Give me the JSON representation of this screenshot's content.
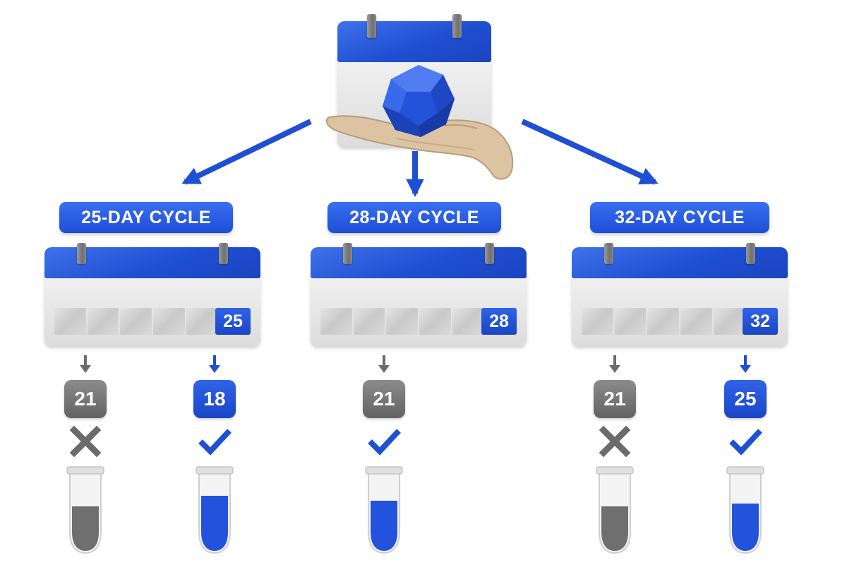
{
  "colors": {
    "accent": "#1f4fd2",
    "neutral": "#6b6b6b",
    "skin": "#dcc3a2",
    "white": "#ffffff"
  },
  "icons": {
    "top": [
      "calendar-icon",
      "gem-icon",
      "hand-icon"
    ],
    "fail": "cross-icon",
    "pass": "check-icon",
    "sample": "test-tube-icon"
  },
  "cycles": [
    {
      "label": "25-DAY CYCLE",
      "length": "25",
      "outcomes": [
        {
          "day": "21",
          "result": "fail",
          "tube_fill": 0.45
        },
        {
          "day": "18",
          "result": "pass",
          "tube_fill": 0.6
        }
      ]
    },
    {
      "label": "28-DAY CYCLE",
      "length": "28",
      "outcomes": [
        {
          "day": "21",
          "result": "pass",
          "tube_fill": 0.55
        }
      ]
    },
    {
      "label": "32-DAY CYCLE",
      "length": "32",
      "outcomes": [
        {
          "day": "21",
          "result": "fail",
          "tube_fill": 0.45
        },
        {
          "day": "25",
          "result": "pass",
          "tube_fill": 0.5
        }
      ]
    }
  ]
}
